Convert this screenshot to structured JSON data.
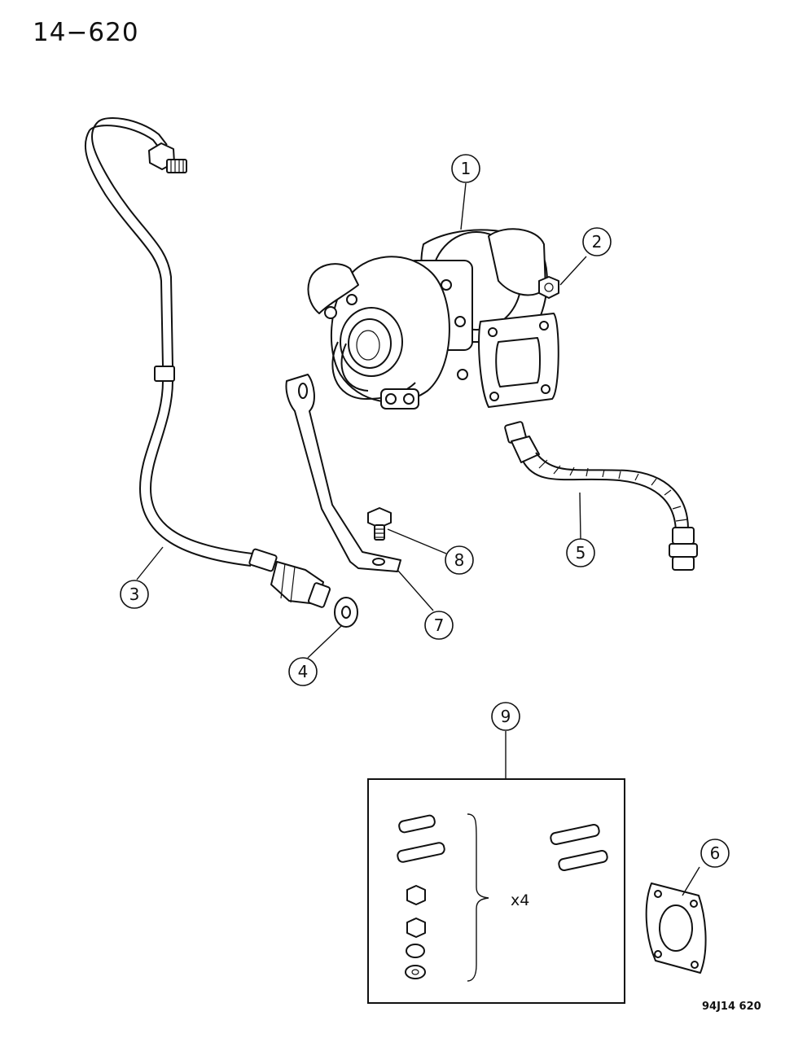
{
  "header": {
    "page_number": "14−620"
  },
  "footer": {
    "figure_code": "94J14  620"
  },
  "callouts": {
    "c1": "1",
    "c2": "2",
    "c3": "3",
    "c4": "4",
    "c5": "5",
    "c6": "6",
    "c7": "7",
    "c8": "8",
    "c9": "9"
  },
  "kit": {
    "quantity_label": "x4"
  },
  "icons": {
    "turbocharger": "turbocharger-icon",
    "nut": "nut-icon",
    "oil-feed-line": "oil-feed-line-icon",
    "washer": "washer-icon",
    "oil-drain-tube": "oil-drain-tube-icon",
    "gasket": "gasket-icon",
    "bracket": "bracket-icon",
    "bolt": "bolt-icon",
    "stud": "stud-icon"
  }
}
